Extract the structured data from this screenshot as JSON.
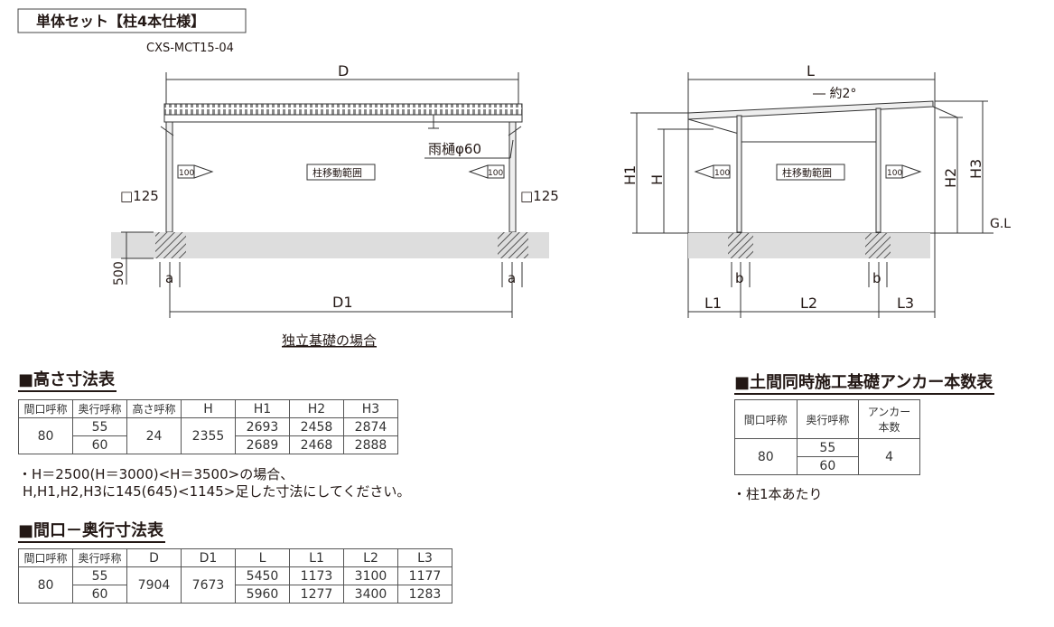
{
  "header": {
    "title": "単体セット【柱4本仕様】",
    "model": "CXS-MCT15-04"
  },
  "front_view": {
    "D": "D",
    "gutter": "雨樋φ60",
    "offset_left": "100",
    "offset_right": "100",
    "range": "柱移動範囲",
    "post_left": "□125",
    "post_right": "□125",
    "depth": "500",
    "a_left": "a",
    "a_right": "a",
    "D1": "D1",
    "caption": "独立基礎の場合"
  },
  "side_view": {
    "L": "L",
    "slope": "― 約2°",
    "H1": "H1",
    "H": "H",
    "offset_left": "100",
    "range": "柱移動範囲",
    "offset_right": "100",
    "H2": "H2",
    "H3": "H3",
    "GL": "G.L",
    "b_left": "b",
    "b_right": "b",
    "L1": "L1",
    "L2": "L2",
    "L3": "L3"
  },
  "height_table": {
    "title": "■高さ寸法表",
    "headers": [
      "間口呼称",
      "奥行呼称",
      "高さ呼称",
      "H",
      "H1",
      "H2",
      "H3"
    ],
    "width": "80",
    "height_name": "24",
    "H": "2355",
    "rows": [
      {
        "depth": "55",
        "H1": "2693",
        "H2": "2458",
        "H3": "2874"
      },
      {
        "depth": "60",
        "H1": "2689",
        "H2": "2468",
        "H3": "2888"
      }
    ],
    "note1": "・H＝2500(H＝3000)<H＝3500>の場合、",
    "note2": "H,H1,H2,H3に145(645)<1145>足した寸法にしてください。"
  },
  "size_table": {
    "title": "■間口－奥行寸法表",
    "headers": [
      "間口呼称",
      "奥行呼称",
      "D",
      "D1",
      "L",
      "L1",
      "L2",
      "L3"
    ],
    "width": "80",
    "D": "7904",
    "D1": "7673",
    "rows": [
      {
        "depth": "55",
        "L": "5450",
        "L1": "1173",
        "L2": "3100",
        "L3": "1177"
      },
      {
        "depth": "60",
        "L": "5960",
        "L1": "1277",
        "L2": "3400",
        "L3": "1283"
      }
    ]
  },
  "anchor_table": {
    "title": "■土間同時施工基礎アンカー本数表",
    "headers": [
      "間口呼称",
      "奥行呼称",
      "アンカー",
      "本数"
    ],
    "width": "80",
    "depths": [
      "55",
      "60"
    ],
    "count": "4",
    "note": "・柱1本あたり"
  }
}
